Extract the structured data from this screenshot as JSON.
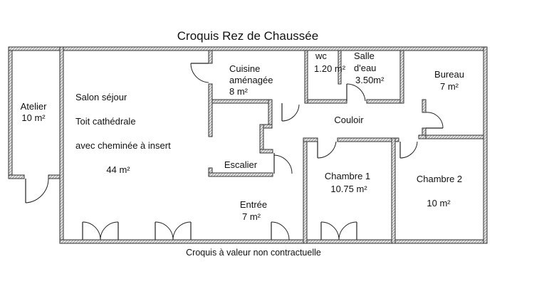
{
  "title": "Croquis Rez de Chaussée",
  "footer_note": "Croquis à valeur non contractuelle",
  "rooms": {
    "atelier": {
      "name": "Atelier",
      "area": "10 m²"
    },
    "salon": {
      "line1": "Salon séjour",
      "line2": "Toit cathédrale",
      "line3": "avec cheminée à insert",
      "area": "44 m²"
    },
    "cuisine": {
      "line1": "Cuisine",
      "line2": "aménagée",
      "area": "8 m²"
    },
    "wc": {
      "name": "wc",
      "area": "1.20 m²"
    },
    "salle_eau": {
      "line1": "Salle",
      "line2": "d'eau",
      "area": "3.50m²"
    },
    "bureau": {
      "name": "Bureau",
      "area": "7 m²"
    },
    "couloir": {
      "name": "Couloir"
    },
    "escalier": {
      "name": "Escalier"
    },
    "entree": {
      "name": "Entrée",
      "area": "7 m²"
    },
    "chambre1": {
      "name": "Chambre 1",
      "area": "10.75 m²"
    },
    "chambre2": {
      "name": "Chambre 2",
      "area": "10 m²"
    }
  },
  "colors": {
    "wall_fill": "#c8c8c8",
    "wall_stroke": "#333333",
    "background": "#ffffff"
  }
}
